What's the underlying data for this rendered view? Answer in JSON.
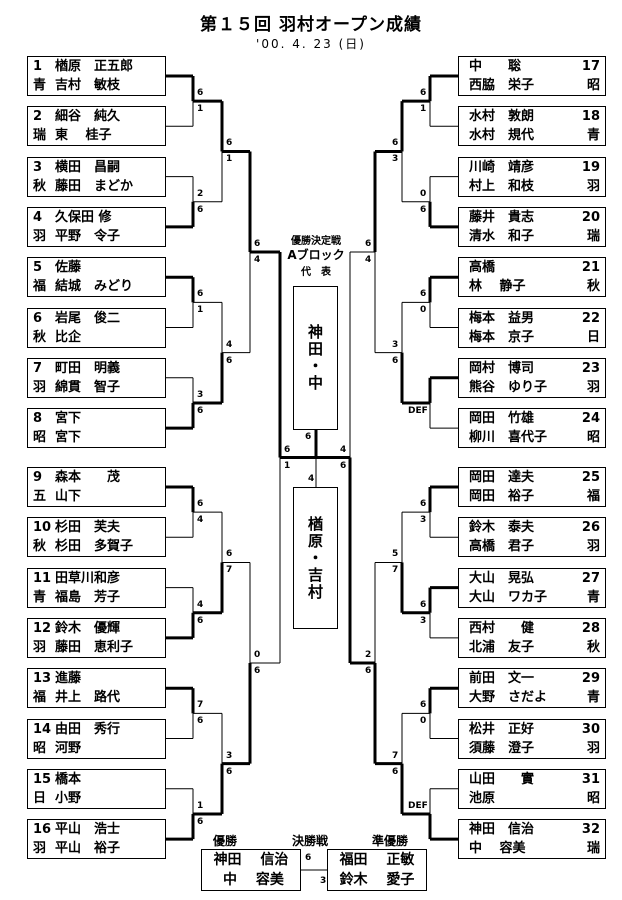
{
  "title": "第１５回 羽村オープン成績",
  "date": "'00. 4. 23 (日)",
  "left_entries": [
    {
      "seed": "1",
      "club": "青",
      "name1": "楢原　正五郎",
      "name2": "吉村　敏枝"
    },
    {
      "seed": "2",
      "club": "瑞",
      "name1": "細谷　純久",
      "name2": " 東　 桂子"
    },
    {
      "seed": "3",
      "club": "秋",
      "name1": "横田　昌嗣",
      "name2": "藤田　まどか"
    },
    {
      "seed": "4",
      "club": "羽",
      "name1": "久保田 修",
      "name2": "平野　令子"
    },
    {
      "seed": "5",
      "club": "福",
      "name1": "佐藤",
      "name2": "結城　みどり"
    },
    {
      "seed": "6",
      "club": "秋",
      "name1": "岩尾　俊二",
      "name2": "比企"
    },
    {
      "seed": "7",
      "club": "羽",
      "name1": "町田　明義",
      "name2": "綿貫　智子"
    },
    {
      "seed": "8",
      "club": "昭",
      "name1": "宮下",
      "name2": "宮下"
    },
    {
      "seed": "9",
      "club": "五",
      "name1": "森本　　茂",
      "name2": "山下"
    },
    {
      "seed": "10",
      "club": "秋",
      "name1": "杉田　芙夫",
      "name2": "杉田　多賀子"
    },
    {
      "seed": "11",
      "club": "青",
      "name1": "田草川和彦",
      "name2": "福島　芳子"
    },
    {
      "seed": "12",
      "club": "羽",
      "name1": "鈴木　優輝",
      "name2": "藤田　恵利子"
    },
    {
      "seed": "13",
      "club": "福",
      "name1": "進藤",
      "name2": "井上　路代"
    },
    {
      "seed": "14",
      "club": "昭",
      "name1": "由田　秀行",
      "name2": "河野"
    },
    {
      "seed": "15",
      "club": "日",
      "name1": "橋本",
      "name2": "小野"
    },
    {
      "seed": "16",
      "club": "羽",
      "name1": "平山　浩士",
      "name2": "平山　裕子"
    }
  ],
  "right_entries": [
    {
      "seed": "17",
      "club": "昭",
      "name1": "中　　聡",
      "name2": "西脇　栄子"
    },
    {
      "seed": "18",
      "club": "青",
      "name1": "水村　敦朗",
      "name2": "水村　規代"
    },
    {
      "seed": "19",
      "club": "羽",
      "name1": "川崎　靖彦",
      "name2": "村上　和枝"
    },
    {
      "seed": "20",
      "club": "瑞",
      "name1": "藤井　貴志",
      "name2": "清水　和子"
    },
    {
      "seed": "21",
      "club": "秋",
      "name1": "高橋",
      "name2": " 林　 静子"
    },
    {
      "seed": "22",
      "club": "日",
      "name1": "梅本　益男",
      "name2": "梅本　京子"
    },
    {
      "seed": "23",
      "club": "羽",
      "name1": "岡村　博司",
      "name2": "熊谷　ゆり子"
    },
    {
      "seed": "24",
      "club": "昭",
      "name1": "岡田　竹雄",
      "name2": "柳川　喜代子"
    },
    {
      "seed": "25",
      "club": "福",
      "name1": "岡田　達夫",
      "name2": "岡田　裕子"
    },
    {
      "seed": "26",
      "club": "羽",
      "name1": "鈴木　泰夫",
      "name2": "高橋　君子"
    },
    {
      "seed": "27",
      "club": "青",
      "name1": "大山　晃弘",
      "name2": "大山　ワカ子"
    },
    {
      "seed": "28",
      "club": "秋",
      "name1": "西村　　健",
      "name2": "北浦　友子"
    },
    {
      "seed": "29",
      "club": "青",
      "name1": "前田　文一",
      "name2": "大野　さだよ"
    },
    {
      "seed": "30",
      "club": "羽",
      "name1": "松井　正好",
      "name2": "須藤　澄子"
    },
    {
      "seed": "31",
      "club": "昭",
      "name1": "山田　　實",
      "name2": "池原"
    },
    {
      "seed": "32",
      "club": "瑞",
      "name1": "神田　信治",
      "name2": " 中　 容美"
    }
  ],
  "left_rounds": [
    [
      {
        "s": [
          "6",
          "1"
        ],
        "w": 0
      },
      {
        "s": [
          "2",
          "6"
        ],
        "w": 1
      },
      {
        "s": [
          "6",
          "1"
        ],
        "w": 0
      },
      {
        "s": [
          "3",
          "6"
        ],
        "w": 1
      },
      {
        "s": [
          "6",
          "4"
        ],
        "w": 0
      },
      {
        "s": [
          "4",
          "6"
        ],
        "w": 1
      },
      {
        "s": [
          "7",
          "6"
        ],
        "w": 0
      },
      {
        "s": [
          "1",
          "6"
        ],
        "w": 1
      }
    ],
    [
      {
        "s": [
          "6",
          "1"
        ],
        "w": 0
      },
      {
        "s": [
          "4",
          "6"
        ],
        "w": 1
      },
      {
        "s": [
          "6",
          "7"
        ],
        "w": 1
      },
      {
        "s": [
          "3",
          "6"
        ],
        "w": 1
      }
    ],
    [
      {
        "s": [
          "6",
          "4"
        ],
        "w": 0
      },
      {
        "s": [
          "0",
          "6"
        ],
        "w": 1
      }
    ],
    [
      {
        "s": [
          "6",
          "1"
        ],
        "w": 0
      }
    ]
  ],
  "right_rounds": [
    [
      {
        "s": [
          "6",
          "1"
        ],
        "w": 0
      },
      {
        "s": [
          "0",
          "6"
        ],
        "w": 1
      },
      {
        "s": [
          "6",
          "0"
        ],
        "w": 0
      },
      {
        "s": [
          "",
          "DEF"
        ],
        "w": 0
      },
      {
        "s": [
          "6",
          "3"
        ],
        "w": 0
      },
      {
        "s": [
          "6",
          "3"
        ],
        "w": 0
      },
      {
        "s": [
          "6",
          "0"
        ],
        "w": 0
      },
      {
        "s": [
          "DEF",
          ""
        ],
        "w": 1
      }
    ],
    [
      {
        "s": [
          "6",
          "3"
        ],
        "w": 0
      },
      {
        "s": [
          "3",
          "6"
        ],
        "w": 1
      },
      {
        "s": [
          "5",
          "7"
        ],
        "w": 1
      },
      {
        "s": [
          "7",
          "6"
        ],
        "w": 1
      }
    ],
    [
      {
        "s": [
          "6",
          "4"
        ],
        "w": 0
      },
      {
        "s": [
          "2",
          "6"
        ],
        "w": 1
      }
    ],
    [
      {
        "s": [
          "4",
          "6"
        ],
        "w": 1
      }
    ]
  ],
  "center": {
    "label1": "優勝決定戦",
    "label2": "Aブロック",
    "label3": "代　表",
    "block_rep": "神田・中",
    "opponent": "楢原・吉村",
    "score": {
      "s": [
        "6",
        "4"
      ],
      "w": 0
    }
  },
  "final": {
    "winner_label": "優勝",
    "match_label": "決勝戦",
    "runnerup_label": "準優勝",
    "winner": {
      "line1": "神田　 信治",
      "line2": " 中　 容美"
    },
    "runnerup": {
      "line1": "福田　 正敏",
      "line2": "鈴木　 愛子"
    },
    "score_winner": "6",
    "score_runnerup": "3"
  }
}
